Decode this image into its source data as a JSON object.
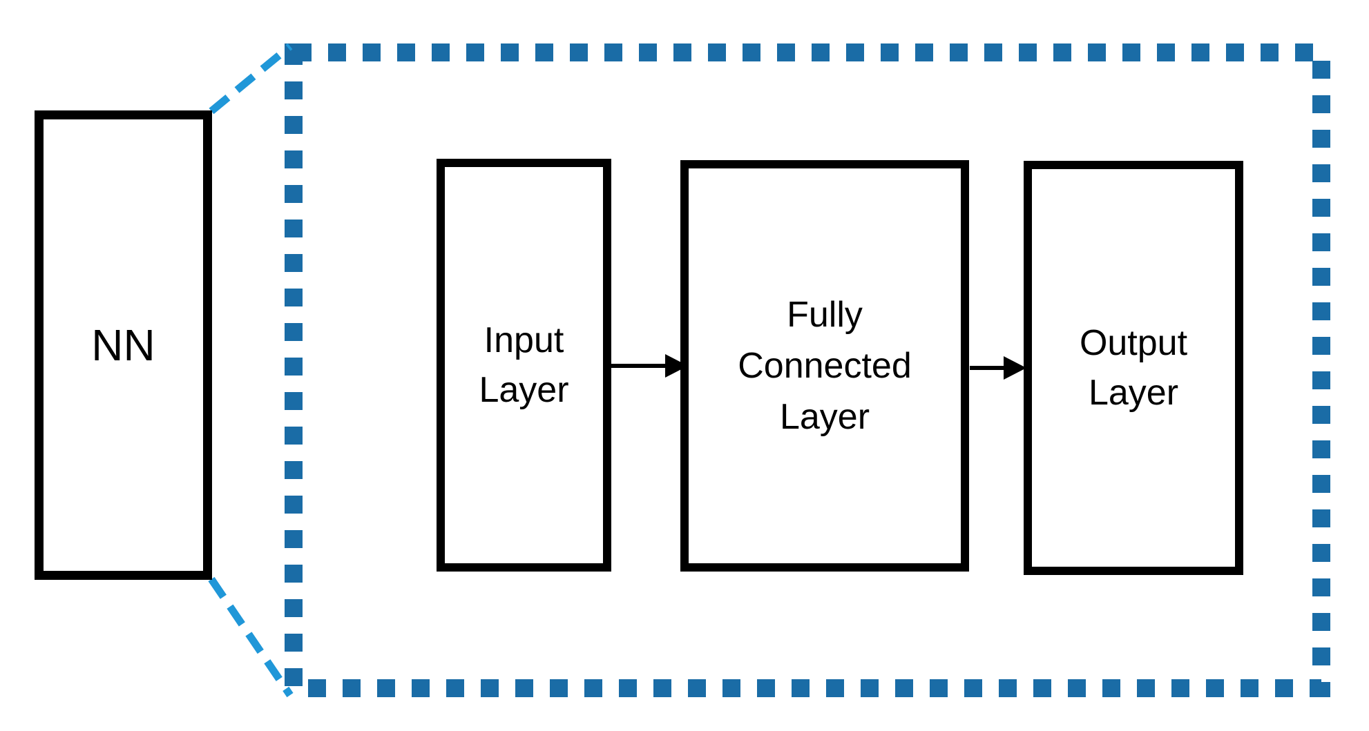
{
  "figure": {
    "description_label": "",
    "nn_box": {
      "label": "NN"
    },
    "zoom_region": {
      "boxes": [
        {
          "name": "input-layer",
          "label": "Input\nLayer"
        },
        {
          "name": "fully-connected-layer",
          "label": "Fully\nConnected\nLayer"
        },
        {
          "name": "output-layer",
          "label": "Output\nLayer"
        }
      ]
    },
    "colors": {
      "dotted_border_blue": "#1a6ca6",
      "dash_connector_blue": "#2097d8",
      "box_border_black": "#000000",
      "arrow_black": "#000000",
      "background_white": "#ffffff"
    }
  }
}
